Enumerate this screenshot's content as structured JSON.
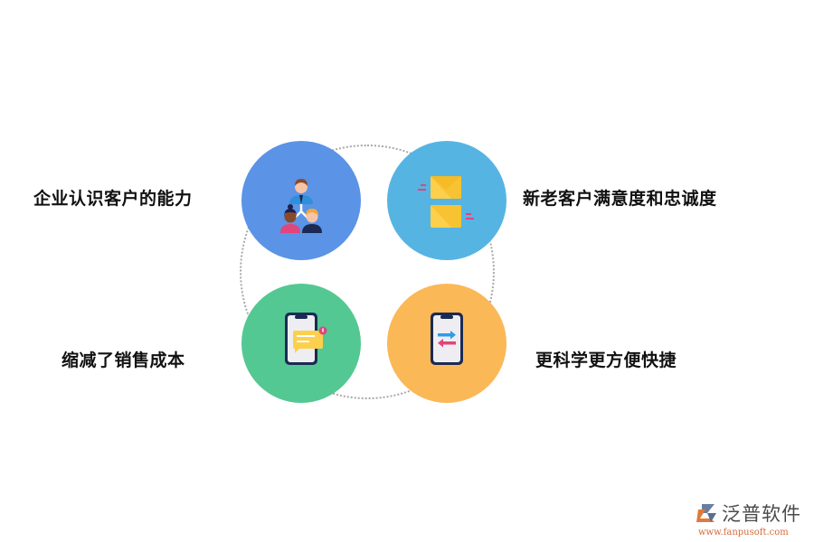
{
  "diagram": {
    "nodes": [
      {
        "id": "top-left",
        "label": "企业认识客户的能力",
        "color": "#5b93e6",
        "icon": "team-hierarchy-icon"
      },
      {
        "id": "top-right",
        "label": "新老客户满意度和忠诚度",
        "color": "#56b4e3",
        "icon": "envelopes-icon"
      },
      {
        "id": "bottom-left",
        "label": "缩减了销售成本",
        "color": "#54c892",
        "icon": "phone-message-icon"
      },
      {
        "id": "bottom-right",
        "label": "更科学更方便快捷",
        "color": "#fbb857",
        "icon": "phone-transfer-icon"
      }
    ],
    "ring_color": "#a8a8a8"
  },
  "logo": {
    "name": "泛普软件",
    "url": "www.fanpusoft.com",
    "accent": "#d2693a"
  }
}
